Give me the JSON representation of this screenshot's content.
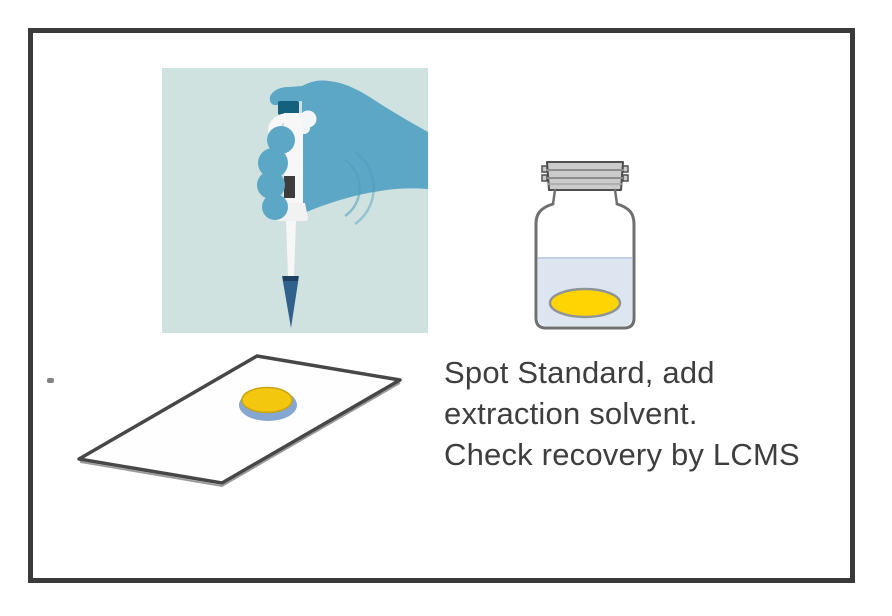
{
  "figure": {
    "type": "lab-workflow-illustration",
    "caption": {
      "line1": "Spot Standard, add",
      "line2": "extraction solvent.",
      "line3": "Check recovery by LCMS"
    }
  },
  "icons": {
    "pipette_hand": "gloved-hand-with-pipette-icon",
    "vial": "solvent-vial-with-spot-icon",
    "slide": "glass-slide-with-spot-icon"
  },
  "colors": {
    "frame_border": "#3a3a3a",
    "panel_bg": "#cfe2e0",
    "glove_blue": "#5ca7c6",
    "glove_shade": "#4f9cbe",
    "plunger_teal": "#15607c",
    "pipette_white": "#f7f7f7",
    "pipette_tip_blue": "#30618c",
    "vial_cap_gray": "#cbcbcb",
    "liquid_blue": "#dce5f0",
    "vial_spot_yellow": "#ffd400",
    "slide_spot_yellow": "#f3c70e",
    "spot_halo_blue": "#84a6d0",
    "caption_text": "#3e3e3e"
  }
}
